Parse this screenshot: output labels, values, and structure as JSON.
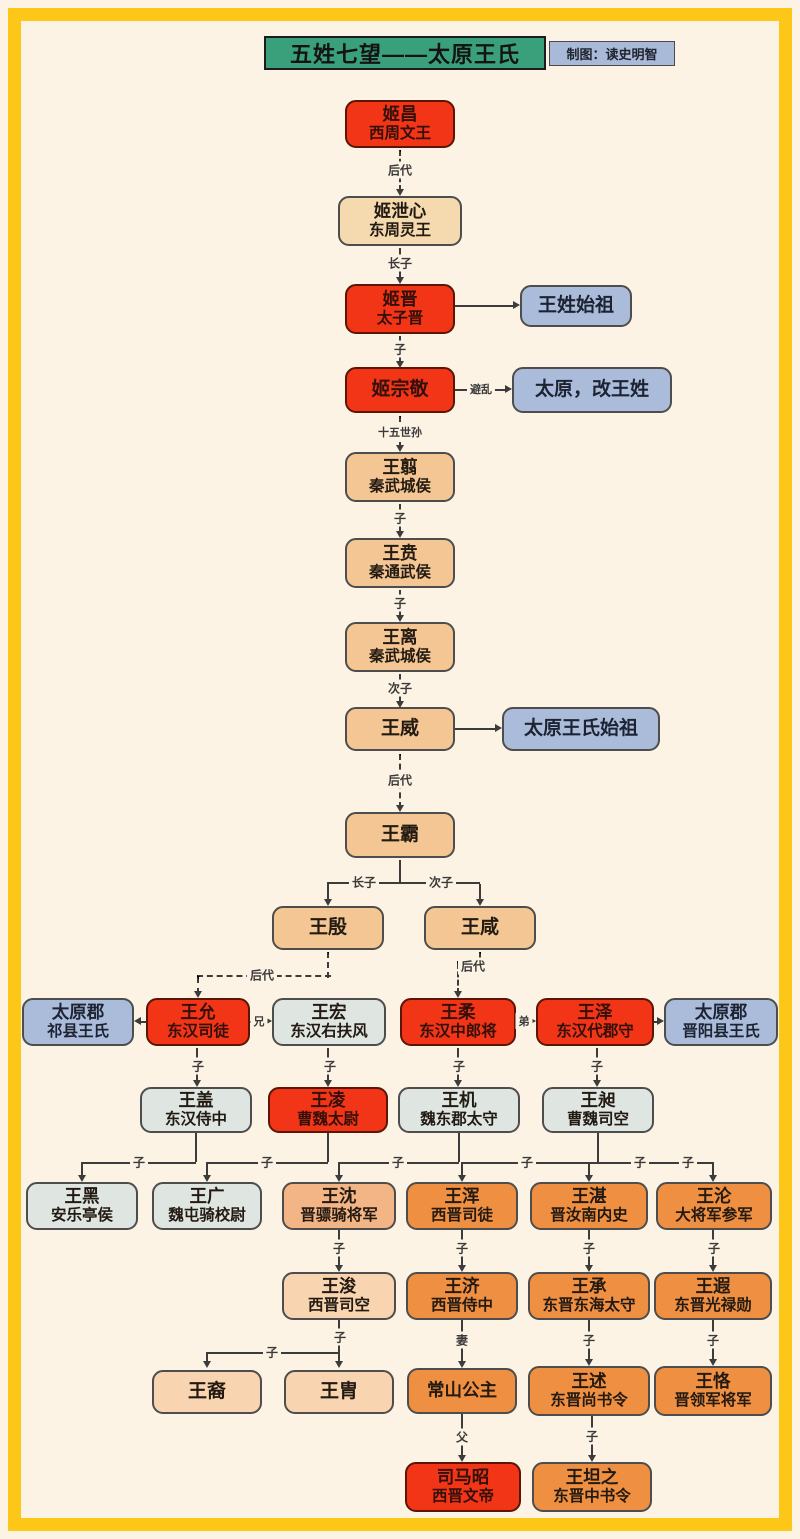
{
  "header": {
    "title": "五姓七望——太原王氏",
    "credit": "制图：读史明智"
  },
  "colors": {
    "frame_yellow": "#fcc717",
    "background": "#fcf3e4",
    "title_green": "#3aa07c",
    "credit_blue": "#a9bad9",
    "node_red": "#f23517",
    "node_tan": "#f3c694",
    "node_tan_light": "#f5dab0",
    "node_blue": "#abbcdb",
    "node_gray": "#dfe6e2",
    "node_orange": "#ef8f41",
    "node_orange_mid": "#f4b586",
    "node_peach": "#f8d4b0",
    "line": "#3c3c3c"
  },
  "nodes": {
    "ji_chang": {
      "name": "姬昌",
      "title": "西周文王",
      "variant": "red"
    },
    "ji_xiexin": {
      "name": "姬泄心",
      "title": "东周灵王",
      "variant": "tan_light"
    },
    "ji_jin": {
      "name": "姬晋",
      "title": "太子晋",
      "variant": "red"
    },
    "wang_surname_origin": {
      "name": "王姓始祖",
      "variant": "blue"
    },
    "ji_zongjing": {
      "name": "姬宗敬",
      "variant": "red"
    },
    "taiyuan_change": {
      "name": "太原，改王姓",
      "variant": "blue"
    },
    "wang_jian": {
      "name": "王翦",
      "title": "秦武城侯",
      "variant": "tan"
    },
    "wang_ben": {
      "name": "王贲",
      "title": "秦通武侯",
      "variant": "tan"
    },
    "wang_li": {
      "name": "王离",
      "title": "秦武城侯",
      "variant": "tan"
    },
    "wang_wei": {
      "name": "王威",
      "variant": "tan"
    },
    "taiyuan_origin": {
      "name": "太原王氏始祖",
      "variant": "blue"
    },
    "wang_ba": {
      "name": "王霸",
      "variant": "tan"
    },
    "wang_yin": {
      "name": "王殷",
      "variant": "tan"
    },
    "wang_xian": {
      "name": "王咸",
      "variant": "tan"
    },
    "qixian_branch": {
      "name": "太原郡",
      "title": "祁县王氏",
      "variant": "blue"
    },
    "wang_yun": {
      "name": "王允",
      "title": "东汉司徒",
      "variant": "red"
    },
    "wang_hong": {
      "name": "王宏",
      "title": "东汉右扶风",
      "variant": "gray"
    },
    "wang_rou": {
      "name": "王柔",
      "title": "东汉中郎将",
      "variant": "red"
    },
    "wang_ze": {
      "name": "王泽",
      "title": "东汉代郡守",
      "variant": "red"
    },
    "jinyang_branch": {
      "name": "太原郡",
      "title": "晋阳县王氏",
      "variant": "blue"
    },
    "wang_gai": {
      "name": "王盖",
      "title": "东汉侍中",
      "variant": "gray"
    },
    "wang_ling": {
      "name": "王凌",
      "title": "曹魏太尉",
      "variant": "red"
    },
    "wang_ji_wei": {
      "name": "王机",
      "title": "魏东郡太守",
      "variant": "gray"
    },
    "wang_chang": {
      "name": "王昶",
      "title": "曹魏司空",
      "variant": "gray"
    },
    "wang_hei": {
      "name": "王黑",
      "title": "安乐亭侯",
      "variant": "gray"
    },
    "wang_guang": {
      "name": "王广",
      "title": "魏屯骑校尉",
      "variant": "gray"
    },
    "wang_shen": {
      "name": "王沈",
      "title": "晋骠骑将军",
      "variant": "orange_mid"
    },
    "wang_hun": {
      "name": "王浑",
      "title": "西晋司徒",
      "variant": "orange"
    },
    "wang_zhan": {
      "name": "王湛",
      "title": "晋汝南内史",
      "variant": "orange"
    },
    "wang_lun": {
      "name": "王沦",
      "title": "大将军参军",
      "variant": "orange"
    },
    "wang_jun": {
      "name": "王浚",
      "title": "西晋司空",
      "variant": "peach"
    },
    "wang_ji_jin": {
      "name": "王济",
      "title": "西晋侍中",
      "variant": "orange"
    },
    "wang_cheng": {
      "name": "王承",
      "title": "东晋东海太守",
      "variant": "orange"
    },
    "wang_xia": {
      "name": "王遐",
      "title": "东晋光禄勋",
      "variant": "orange"
    },
    "wang_yi": {
      "name": "王裔",
      "variant": "peach"
    },
    "wang_zhou": {
      "name": "王胄",
      "variant": "peach"
    },
    "changshan": {
      "name": "常山公主",
      "variant": "orange"
    },
    "wang_shu": {
      "name": "王述",
      "title": "东晋尚书令",
      "variant": "orange"
    },
    "wang_ke": {
      "name": "王恪",
      "title": "晋领军将军",
      "variant": "orange"
    },
    "sima_zhao": {
      "name": "司马昭",
      "title": "西晋文帝",
      "variant": "red"
    },
    "wang_tanzhi": {
      "name": "王坦之",
      "title": "东晋中书令",
      "variant": "orange"
    }
  },
  "edges": [
    {
      "from": "ji_chang",
      "to": "ji_xiexin",
      "label": "后代",
      "style": "dashed"
    },
    {
      "from": "ji_xiexin",
      "to": "ji_jin",
      "label": "长子",
      "style": "solid"
    },
    {
      "from": "ji_jin",
      "to": "wang_surname_origin",
      "label": "",
      "style": "solid"
    },
    {
      "from": "ji_jin",
      "to": "ji_zongjing",
      "label": "子",
      "style": "solid"
    },
    {
      "from": "ji_zongjing",
      "to": "taiyuan_change",
      "label": "避乱",
      "style": "solid"
    },
    {
      "from": "ji_zongjing",
      "to": "wang_jian",
      "label": "十五世孙",
      "style": "dashed"
    },
    {
      "from": "wang_jian",
      "to": "wang_ben",
      "label": "子",
      "style": "solid"
    },
    {
      "from": "wang_ben",
      "to": "wang_li",
      "label": "子",
      "style": "solid"
    },
    {
      "from": "wang_li",
      "to": "wang_wei",
      "label": "次子",
      "style": "solid"
    },
    {
      "from": "wang_wei",
      "to": "taiyuan_origin",
      "label": "",
      "style": "solid"
    },
    {
      "from": "wang_wei",
      "to": "wang_ba",
      "label": "后代",
      "style": "dashed"
    },
    {
      "from": "wang_ba",
      "to": "wang_yin",
      "label": "长子",
      "style": "solid"
    },
    {
      "from": "wang_ba",
      "to": "wang_xian",
      "label": "次子",
      "style": "solid"
    },
    {
      "from": "wang_yin",
      "to": "wang_yun",
      "label": "后代",
      "style": "dashed"
    },
    {
      "from": "wang_xian",
      "to": "wang_rou",
      "label": "后代",
      "style": "dashed"
    },
    {
      "from": "wang_yun",
      "to": "qixian_branch",
      "label": "",
      "style": "solid"
    },
    {
      "from": "wang_yun",
      "to": "wang_hong",
      "label": "兄",
      "style": "solid"
    },
    {
      "from": "wang_rou",
      "to": "wang_ze",
      "label": "弟",
      "style": "solid"
    },
    {
      "from": "wang_ze",
      "to": "jinyang_branch",
      "label": "",
      "style": "solid"
    },
    {
      "from": "wang_yun",
      "to": "wang_gai",
      "label": "子",
      "style": "solid"
    },
    {
      "from": "wang_hong",
      "to": "wang_ling",
      "label": "子",
      "style": "solid"
    },
    {
      "from": "wang_rou",
      "to": "wang_ji_wei",
      "label": "子",
      "style": "solid"
    },
    {
      "from": "wang_ze",
      "to": "wang_chang",
      "label": "子",
      "style": "solid"
    },
    {
      "from": "wang_gai",
      "to": "wang_hei",
      "label": "子",
      "style": "solid"
    },
    {
      "from": "wang_ling",
      "to": "wang_guang",
      "label": "子",
      "style": "solid"
    },
    {
      "from": "wang_ji_wei",
      "to": "wang_shen",
      "label": "子",
      "style": "solid"
    },
    {
      "from": "wang_chang",
      "to": "wang_hun",
      "label": "子",
      "style": "solid"
    },
    {
      "from": "wang_chang",
      "to": "wang_zhan",
      "label": "子",
      "style": "solid"
    },
    {
      "from": "wang_chang",
      "to": "wang_lun",
      "label": "子",
      "style": "solid"
    },
    {
      "from": "wang_shen",
      "to": "wang_jun",
      "label": "子",
      "style": "solid"
    },
    {
      "from": "wang_hun",
      "to": "wang_ji_jin",
      "label": "子",
      "style": "solid"
    },
    {
      "from": "wang_zhan",
      "to": "wang_cheng",
      "label": "子",
      "style": "solid"
    },
    {
      "from": "wang_lun",
      "to": "wang_xia",
      "label": "子",
      "style": "solid"
    },
    {
      "from": "wang_jun",
      "to": "wang_yi",
      "label": "子",
      "style": "solid"
    },
    {
      "from": "wang_jun",
      "to": "wang_zhou",
      "label": "子",
      "style": "solid"
    },
    {
      "from": "wang_ji_jin",
      "to": "changshan",
      "label": "妻",
      "style": "solid"
    },
    {
      "from": "wang_cheng",
      "to": "wang_shu",
      "label": "子",
      "style": "solid"
    },
    {
      "from": "wang_xia",
      "to": "wang_ke",
      "label": "子",
      "style": "solid"
    },
    {
      "from": "changshan",
      "to": "sima_zhao",
      "label": "父",
      "style": "solid"
    },
    {
      "from": "wang_shu",
      "to": "wang_tanzhi",
      "label": "子",
      "style": "solid"
    }
  ]
}
